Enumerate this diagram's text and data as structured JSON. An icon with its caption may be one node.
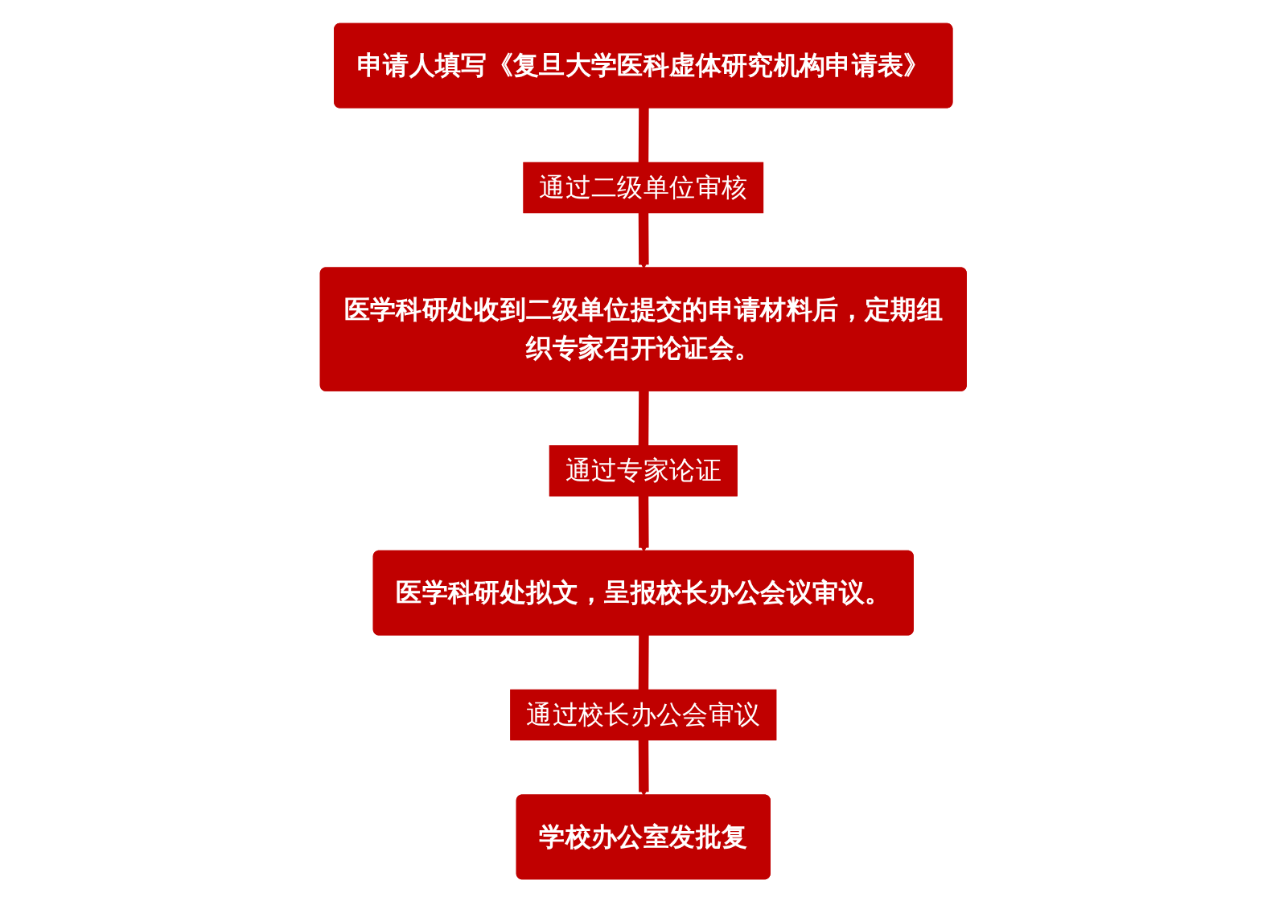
{
  "diagram": {
    "nodes": [
      {
        "text": [
          "申请人填写《复旦大学医科虚体研究机构申请表》"
        ]
      },
      {
        "text": [
          "医学科研处收到二级单位提交的申请材料后，定期组织专家召开论证会。"
        ]
      },
      {
        "text": [
          "医学科研处拟文，呈报校长办公会议审议。"
        ]
      },
      {
        "text": [
          "学校办公室发批复"
        ]
      }
    ],
    "edges": [
      {
        "from": 0,
        "to": 1,
        "arrow": "to",
        "label": "通过二级单位审核"
      },
      {
        "from": 1,
        "to": 2,
        "arrow": "to",
        "label": "通过专家论证"
      },
      {
        "from": 2,
        "to": 3,
        "arrow": "to",
        "label": "通过校长办公会审议"
      }
    ]
  }
}
